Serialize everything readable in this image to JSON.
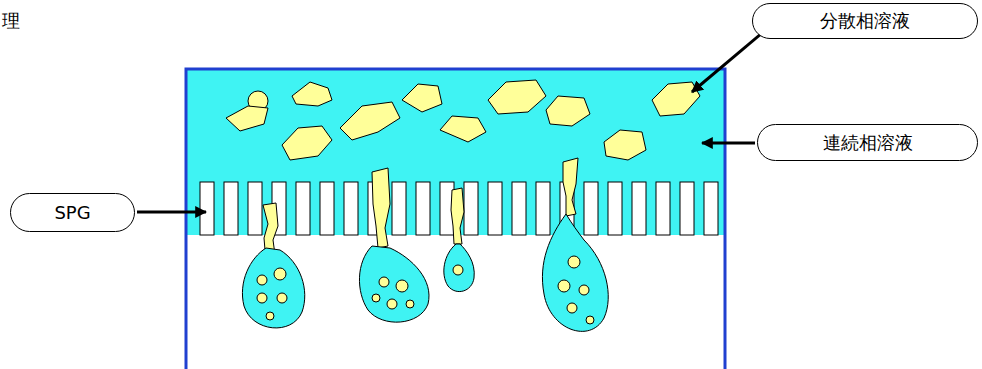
{
  "diagram": {
    "nodes": [
      {
        "text": [
          "分散相溶液"
        ]
      },
      {
        "text": [
          "連続相溶液"
        ]
      },
      {
        "text": [
          "SPG"
        ]
      }
    ],
    "labels": [
      "理"
    ]
  }
}
